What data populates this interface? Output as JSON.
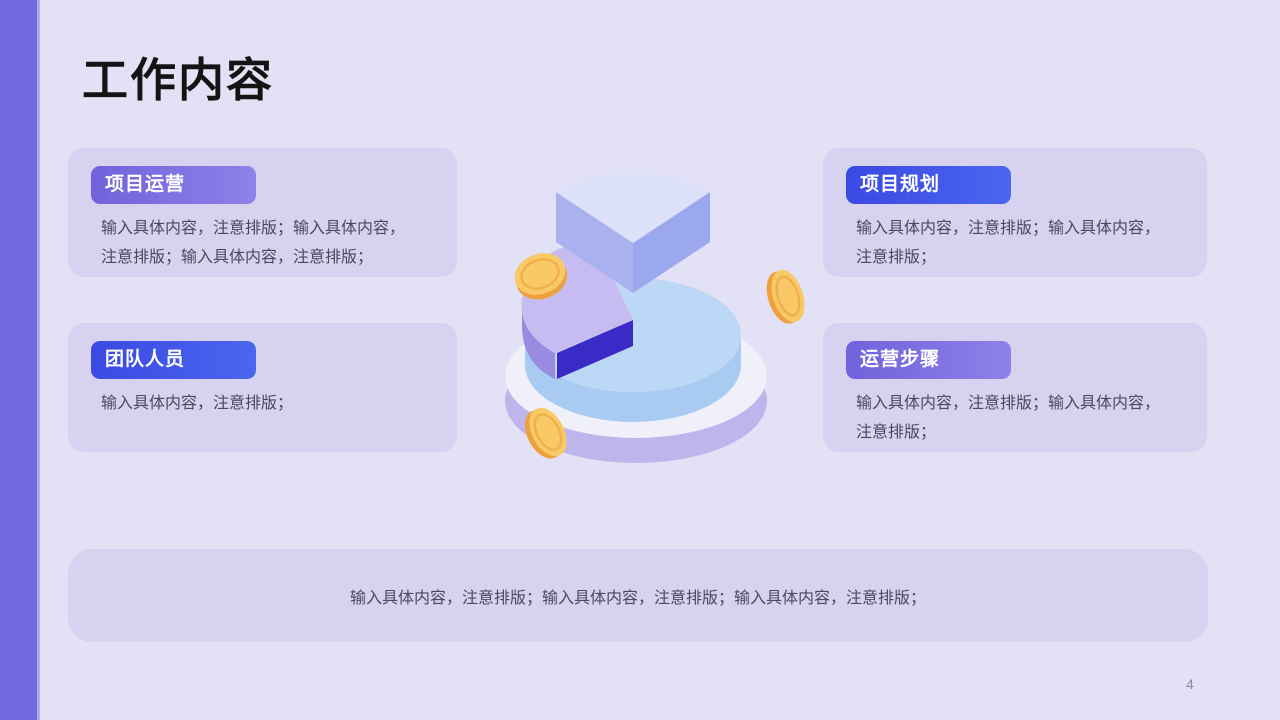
{
  "slide": {
    "title": "工作内容",
    "page_number": "4",
    "cards": [
      {
        "label": "项目运营",
        "style": "purple",
        "body": "输入具体内容，注意排版；输入具体内容，\n注意排版；输入具体内容，注意排版；"
      },
      {
        "label": "团队人员",
        "style": "blue",
        "body": "输入具体内容，注意排版；"
      },
      {
        "label": "项目规划",
        "style": "blue",
        "body": "输入具体内容，注意排版；输入具体内容，\n注意排版；"
      },
      {
        "label": "运营步骤",
        "style": "purple",
        "body": "输入具体内容，注意排版；输入具体内容，\n注意排版；"
      }
    ],
    "footer_text": "输入具体内容，注意排版；输入具体内容，注意排版；输入具体内容，注意排版；",
    "illustration": {
      "name": "isometric-pie-chart-with-gold-coins"
    },
    "colors": {
      "accent_bar": "#7269DE",
      "background": "#E3E1F5",
      "card_background": "#D6D2F0",
      "pill_purple_start": "#7162DB",
      "pill_purple_end": "#8E81E7",
      "pill_blue_start": "#3A49E3",
      "pill_blue_end": "#4B66EF",
      "title_text": "#141414",
      "body_text": "#4A485C",
      "page_number_text": "#8A87A0",
      "pie_top": "#BDD8F6",
      "pie_side": "#A9CBF1",
      "wedge_top": "#C7BCF1",
      "wedge_side": "#998BDF",
      "wedge_cut_face": "#3A2BC6",
      "float_wedge_top": "#DCE0F9",
      "float_wedge_left": "#A9B2EF",
      "float_wedge_right": "#9CA8ED",
      "platform_top": "#F0F0FB",
      "platform_bottom": "#BFB5ED",
      "coin_face": "#F9C867",
      "coin_rim": "#EDA03C"
    }
  }
}
